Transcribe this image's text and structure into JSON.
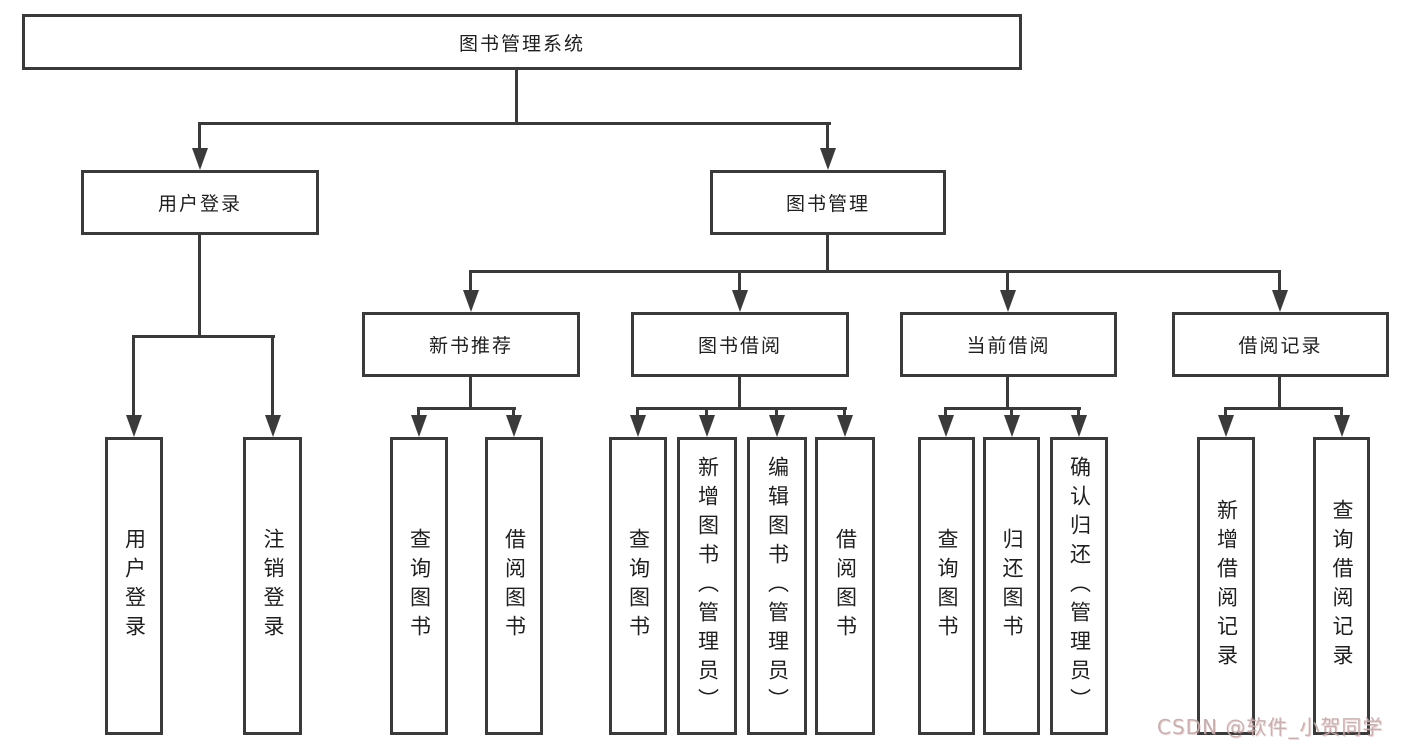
{
  "tree": {
    "root": {
      "label": "图书管理系统",
      "children": [
        {
          "label": "用户登录",
          "children": [
            {
              "label": "用户登录"
            },
            {
              "label": "注销登录"
            }
          ]
        },
        {
          "label": "图书管理",
          "children": [
            {
              "label": "新书推荐",
              "children": [
                {
                  "label": "查询图书"
                },
                {
                  "label": "借阅图书"
                }
              ]
            },
            {
              "label": "图书借阅",
              "children": [
                {
                  "label": "查询图书"
                },
                {
                  "label": "新增图书（管理员）"
                },
                {
                  "label": "编辑图书（管理员）"
                },
                {
                  "label": "借阅图书"
                }
              ]
            },
            {
              "label": "当前借阅",
              "children": [
                {
                  "label": "查询图书"
                },
                {
                  "label": "归还图书"
                },
                {
                  "label": "确认归还（管理员）"
                }
              ]
            },
            {
              "label": "借阅记录",
              "children": [
                {
                  "label": "新增借阅记录"
                },
                {
                  "label": "查询借阅记录"
                }
              ]
            }
          ]
        }
      ]
    }
  },
  "watermark": {
    "text": "CSDN @软件_小贺同学"
  },
  "colors": {
    "line": "#3a3a3a",
    "text": "#1f1f1f",
    "background": "#ffffff",
    "watermark_text": "#c1adad"
  }
}
